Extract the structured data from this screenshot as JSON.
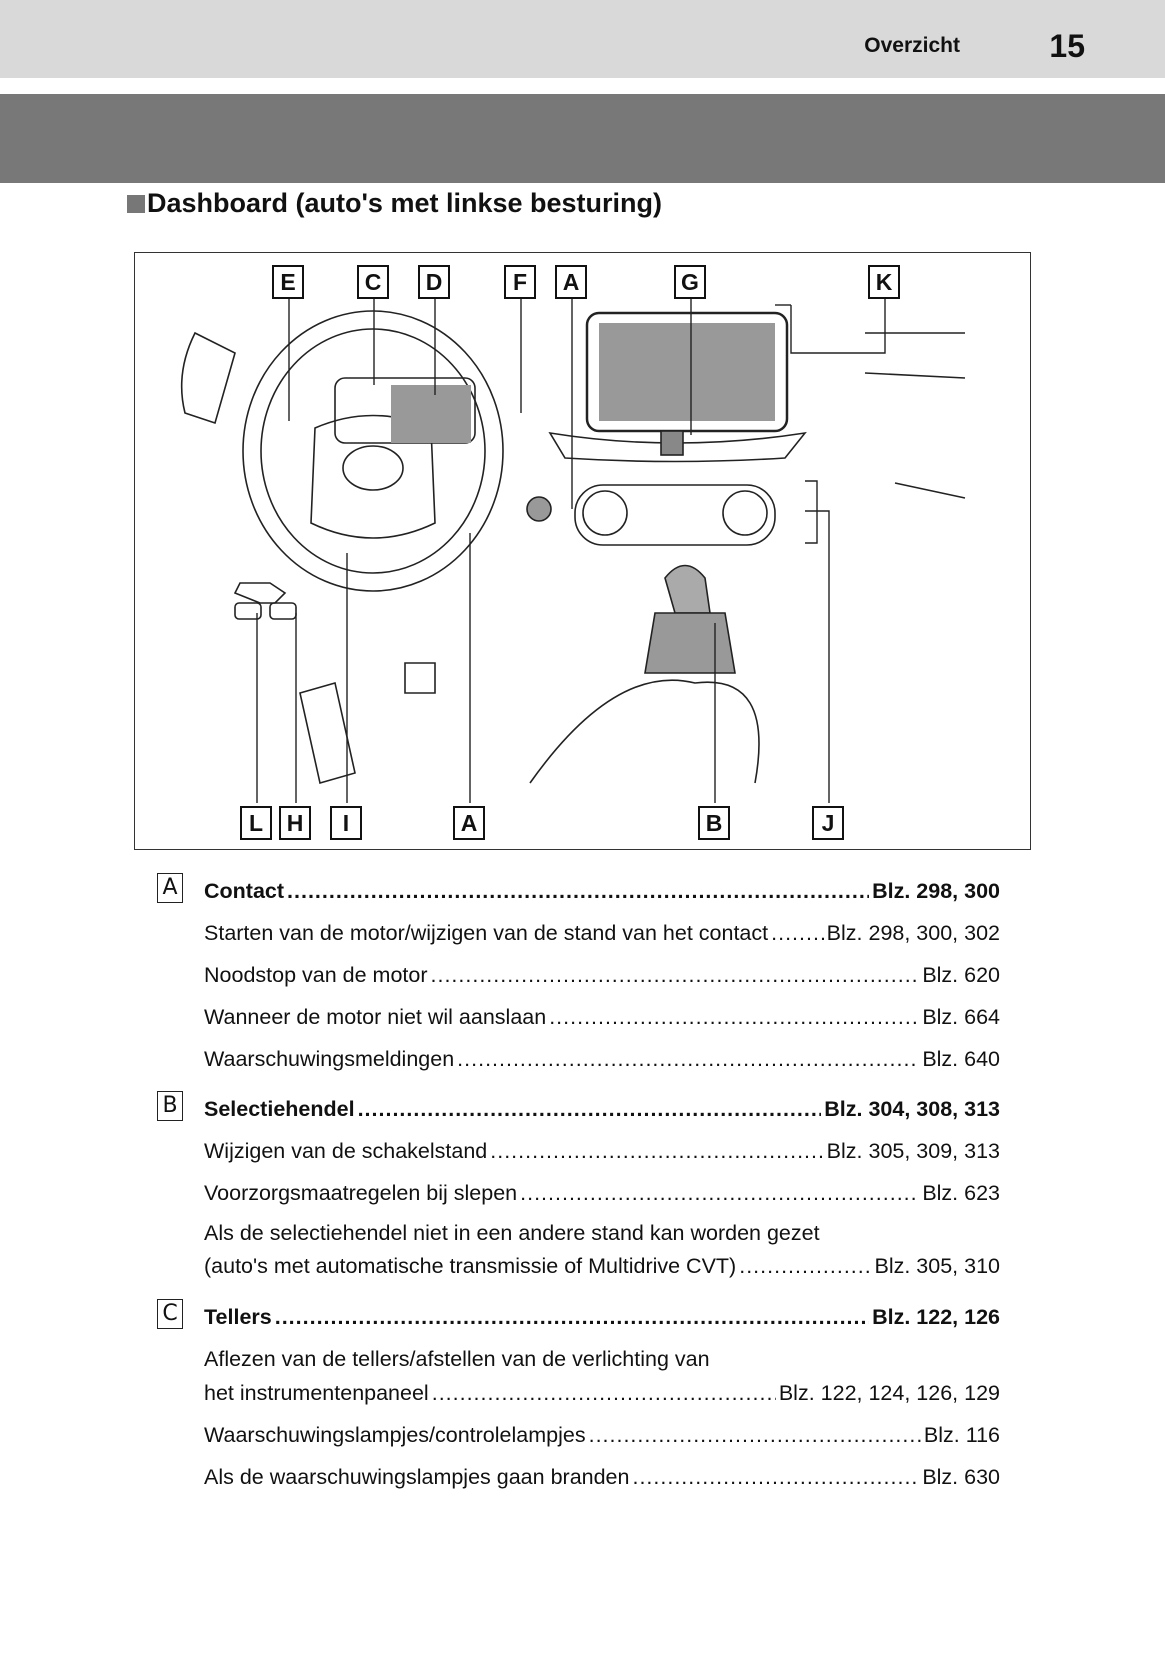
{
  "header": {
    "section": "Overzicht",
    "page": "15"
  },
  "title": "Dashboard (auto's met linkse besturing)",
  "diagram": {
    "top_labels": [
      "E",
      "C",
      "D",
      "F",
      "A",
      "G",
      "K"
    ],
    "bottom_labels": [
      "L",
      "H",
      "I",
      "A",
      "B",
      "J"
    ]
  },
  "entries": [
    {
      "key": "A",
      "title": "Contact",
      "pages": "Blz. 298, 300",
      "items": [
        {
          "text": "Starten van de motor/wijzigen van de stand van het contact",
          "pages": "Blz. 298, 300, 302"
        },
        {
          "text": "Noodstop van de motor",
          "pages": "Blz. 620"
        },
        {
          "text": "Wanneer de motor niet wil aanslaan",
          "pages": "Blz. 664"
        },
        {
          "text": "Waarschuwingsmeldingen",
          "pages": "Blz. 640"
        }
      ]
    },
    {
      "key": "B",
      "title": "Selectiehendel",
      "pages": "Blz. 304, 308, 313",
      "items": [
        {
          "text": "Wijzigen van de schakelstand",
          "pages": "Blz. 305, 309, 313"
        },
        {
          "text": "Voorzorgsmaatregelen bij slepen",
          "pages": "Blz. 623"
        },
        {
          "line1": "Als de selectiehendel niet in een andere stand kan worden gezet",
          "text": "(auto's met automatische transmissie of Multidrive CVT)",
          "pages": "Blz. 305, 310"
        }
      ]
    },
    {
      "key": "C",
      "title": "Tellers",
      "pages": "Blz. 122, 126",
      "items": [
        {
          "line1": "Aflezen van de tellers/afstellen van de verlichting van",
          "text": "het instrumentenpaneel",
          "pages": "Blz. 122, 124, 126, 129"
        },
        {
          "text": "Waarschuwingslampjes/controlelampjes",
          "pages": "Blz. 116"
        },
        {
          "text": "Als de waarschuwingslampjes gaan branden",
          "pages": "Blz. 630"
        }
      ]
    }
  ]
}
